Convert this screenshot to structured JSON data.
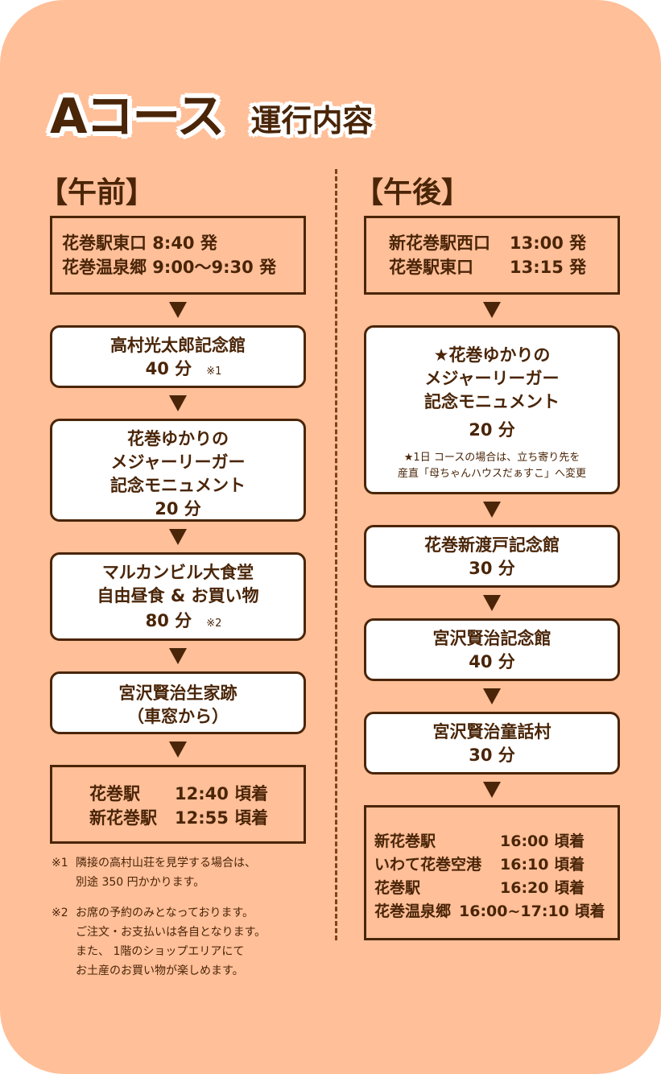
{
  "colors": {
    "background": "#ffbf98",
    "text": "#4a2508",
    "box_white": "#ffffff",
    "divider": "#7a4420"
  },
  "title": {
    "main": "Aコース",
    "sub": "運行内容"
  },
  "morning": {
    "heading": "【午前】",
    "start": {
      "lines": [
        "花巻駅東口 8:40 発",
        "花巻温泉郷 9:00〜9:30 発"
      ]
    },
    "stops": [
      {
        "name_lines": [
          "高村光太郎記念館"
        ],
        "duration": "40 分",
        "note": "※1"
      },
      {
        "name_lines": [
          "花巻ゆかりの",
          "メジャーリーガー",
          "記念モニュメント"
        ],
        "duration": "20 分"
      },
      {
        "name_lines": [
          "マルカンビル大食堂",
          "自由昼食 & お買い物"
        ],
        "duration": "80 分",
        "note": "※2"
      },
      {
        "name_lines": [
          "宮沢賢治生家跡",
          "（車窓から）"
        ]
      }
    ],
    "end": {
      "rows": [
        {
          "place": "花巻駅",
          "time": "12:40 頃着"
        },
        {
          "place": "新花巻駅",
          "time": "12:55 頃着"
        }
      ]
    },
    "footnotes": [
      {
        "mark": "※1",
        "lines": [
          "隣接の高村山荘を見学する場合は、",
          "別途 350 円かかります。"
        ]
      },
      {
        "mark": "※2",
        "lines": [
          "お席の予約のみとなっております。",
          "ご注文・お支払いは各自となります。",
          "また、 1階のショップエリアにて",
          "お土産のお買い物が楽しめます。"
        ]
      }
    ]
  },
  "afternoon": {
    "heading": "【午後】",
    "start": {
      "rows": [
        {
          "place": "新花巻駅西口",
          "time": "13:00 発"
        },
        {
          "place": "花巻駅東口",
          "time": "13:15 発"
        }
      ]
    },
    "stops": [
      {
        "name_lines": [
          "★花巻ゆかりの",
          "メジャーリーガー",
          "記念モニュメント"
        ],
        "duration": "20 分",
        "star_note": [
          "★1日 コースの場合は、立ち寄り先を",
          "産直「母ちゃんハウスだぁすこ」へ変更"
        ]
      },
      {
        "name_lines": [
          "花巻新渡戸記念館"
        ],
        "duration": "30 分"
      },
      {
        "name_lines": [
          "宮沢賢治記念館"
        ],
        "duration": "40 分"
      },
      {
        "name_lines": [
          "宮沢賢治童話村"
        ],
        "duration": "30 分"
      }
    ],
    "end": {
      "rows": [
        {
          "place": "新花巻駅",
          "time": "16:00 頃着"
        },
        {
          "place": "いわて花巻空港",
          "time": "16:10 頃着"
        },
        {
          "place": "花巻駅",
          "time": "16:20 頃着"
        },
        {
          "place": "花巻温泉郷",
          "time": "16:00~17:10 頃着"
        }
      ]
    }
  },
  "icons": {
    "flow_arrow": "down-triangle-icon",
    "divider": "dashed-line"
  }
}
